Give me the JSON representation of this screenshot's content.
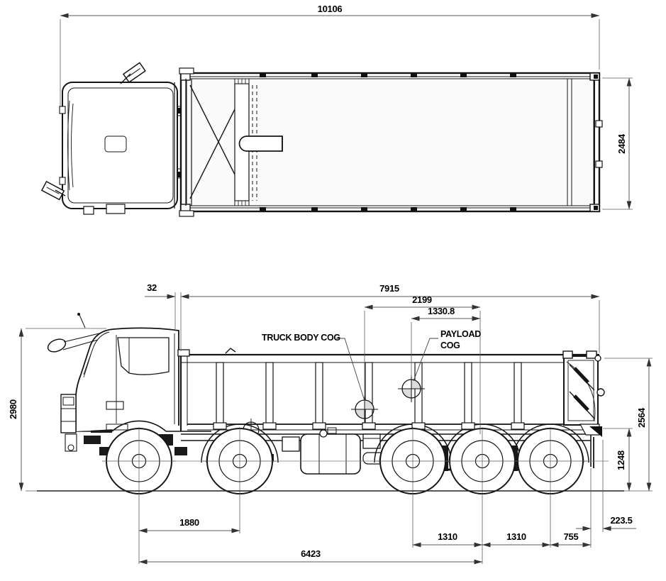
{
  "dimensions": {
    "overall_length": "10106",
    "body_width": "2484",
    "cab_to_body_gap": "32",
    "body_length": "7915",
    "truck_body_cog_to_rear_axle": "2199",
    "payload_cog_to_rear_axle": "1330.8",
    "overall_height": "2980",
    "body_rear_height": "2564",
    "chassis_rear_height": "1248",
    "axle1_to_axle2": "1880",
    "axle3_to_axle4": "1310",
    "axle4_to_axle5": "1310",
    "axle5_to_frame_end": "755",
    "axle1_to_axle4": "6423",
    "rear_overhang": "223.5"
  },
  "labels": {
    "truck_body_cog": "TRUCK BODY COG",
    "payload_cog_line1": "PAYLOAD",
    "payload_cog_line2": "COG"
  },
  "colors": {
    "line": "#151515",
    "dimension": "#5b5b5b",
    "text": "#000000",
    "background": "#ffffff"
  }
}
